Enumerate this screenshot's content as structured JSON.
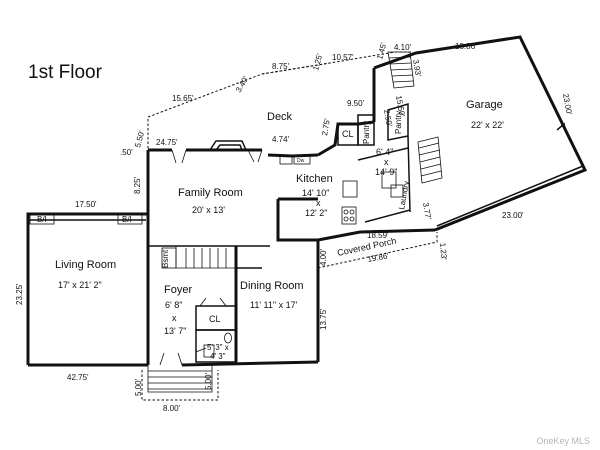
{
  "title": "1st Floor",
  "watermark": "OneKey MLS",
  "rooms": {
    "living": {
      "name": "Living Room",
      "size": "17' x 21' 2\""
    },
    "family": {
      "name": "Family Room",
      "size": "20' x 13'"
    },
    "kitchen": {
      "name": "Kitchen",
      "size_a": "14' 10\"",
      "x": "x",
      "size_b": "12' 2\""
    },
    "dining": {
      "name": "Dining Room",
      "size": "11' 11\" x 17'"
    },
    "foyer": {
      "name": "Foyer",
      "size_a": "6' 8\"",
      "x": "x",
      "size_b": "13' 7\""
    },
    "garage": {
      "name": "Garage",
      "size": "22' x 22'"
    },
    "deck": {
      "name": "Deck"
    },
    "laundry": {
      "name": "Laundry",
      "size_a": "6' 4\"",
      "x": "x",
      "size_b": "14' 9\""
    },
    "porch": {
      "name": "Covered Porch"
    },
    "bath": {
      "size_a": "5' 3\" x",
      "size_b": "4' 3\""
    }
  },
  "labels": {
    "bi_1": "B/I",
    "bi_2": "B/I",
    "bsmt": "Bsmt",
    "cl_foyer": "CL",
    "cl_deck": "CL",
    "pantry_1": "Pantry",
    "pantry_2": "Pantry",
    "dw": "Dw"
  },
  "dimensions": {
    "d_3_40": "3.40'",
    "d_8_75": "8.75'",
    "d_1_25": "1.25'",
    "d_10_57": "10.57'",
    "d_1_45": "1.45'",
    "d_4_10": "4.10'",
    "d_3_93": "3.93'",
    "d_18_86": "18.86'",
    "d_15_65": "15.65'",
    "d_5_50": "5.50'",
    "d_50": ".50'",
    "d_24_75": "24.75'",
    "d_2_75": "2.75'",
    "d_9_50": "9.50'",
    "d_2_50": "2.50'",
    "d_15_50": "15.50'",
    "d_23_00_r": "23.00'",
    "d_4_74": "4.74'",
    "d_8_25": "8.25'",
    "d_17_50": "17.50'",
    "d_18_59": "18.59'",
    "d_3_77": "3.77'",
    "d_23_00_b": "23.00'",
    "d_4_00": "4.00'",
    "d_19_86": "19.86'",
    "d_1_23": "1.23'",
    "d_23_25": "23.25'",
    "d_13_75": "13.75'",
    "d_42_75": "42.75'",
    "d_5_00_l": "5.00'",
    "d_5_00_r": "5.00'",
    "d_8_00": "8.00'"
  }
}
